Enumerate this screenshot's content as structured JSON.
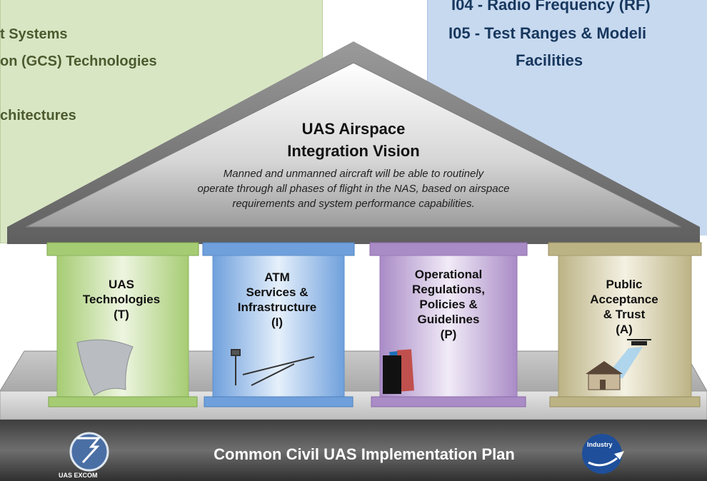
{
  "left_panel": {
    "lines": [
      "t Systems",
      "on (GCS) Technologies",
      "chitectures"
    ]
  },
  "right_panel": {
    "lines": [
      "I04 - Radio Frequency (RF)",
      "I05 - Test Ranges & Modeli",
      "Facilities"
    ]
  },
  "roof": {
    "title_line1": "UAS Airspace",
    "title_line2": "Integration Vision",
    "desc_line1": "Manned and unmanned aircraft will be able to routinely",
    "desc_line2": "operate through all phases of flight in the NAS, based on airspace",
    "desc_line3": "requirements and system performance capabilities."
  },
  "pillars": [
    {
      "lines": [
        "UAS",
        "Technologies",
        "(T)"
      ],
      "color": "#c6e0a4"
    },
    {
      "lines": [
        "ATM",
        "Services &",
        "Infrastructure",
        "(I)"
      ],
      "color": "#a9c8ee"
    },
    {
      "lines": [
        "Operational",
        "Regulations,",
        "Policies &",
        "Guidelines",
        "(P)"
      ],
      "color": "#cbb6dc"
    },
    {
      "lines": [
        "Public",
        "Acceptance",
        "& Trust",
        "(A)"
      ],
      "color": "#d9d2b0"
    }
  ],
  "base": {
    "title": "Common Civil UAS Implementation Plan",
    "left_logo_text": "UAS EXCOM",
    "right_logo_text": "Industry"
  }
}
